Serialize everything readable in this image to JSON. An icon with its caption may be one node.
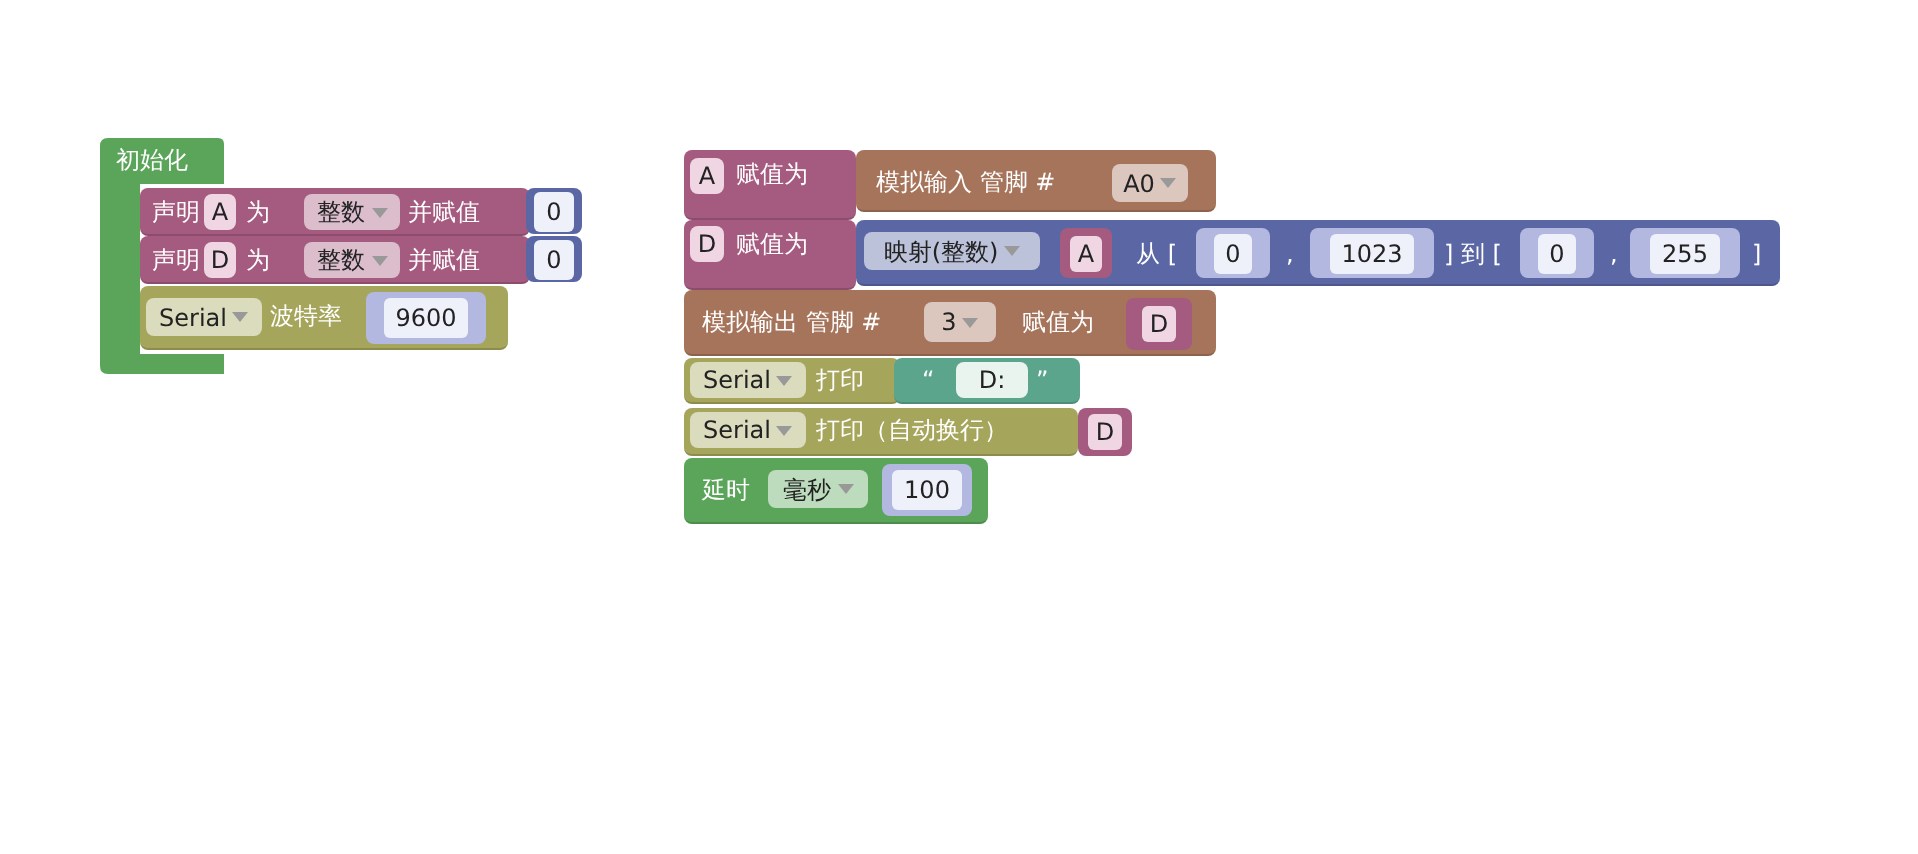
{
  "diagram": {
    "nodes": [
      {
        "text": [
          "初始化"
        ]
      },
      {
        "text": [
          "声明",
          "为",
          "并赋值"
        ]
      },
      {
        "text": [
          "A"
        ],
        "in": 1
      },
      {
        "text": [
          "整数"
        ],
        "in": 1
      },
      {
        "text": [
          "0"
        ]
      },
      {
        "text": [
          "声明",
          "为",
          "并赋值"
        ]
      },
      {
        "text": [
          "D"
        ],
        "in": 5
      },
      {
        "text": [
          "整数"
        ],
        "in": 5
      },
      {
        "text": [
          "0"
        ]
      },
      {
        "text": [
          "波特率"
        ]
      },
      {
        "text": [
          "Serial"
        ],
        "in": 9
      },
      {
        "text": [
          "9600"
        ],
        "in": 9
      },
      {
        "text": [
          "赋值为"
        ]
      },
      {
        "text": [
          "A"
        ],
        "in": 12
      },
      {
        "text": [
          "模拟输入 管脚 #"
        ]
      },
      {
        "text": [
          "A0"
        ],
        "in": 14
      },
      {
        "text": [
          "赋值为"
        ]
      },
      {
        "text": [
          "D"
        ],
        "in": 16
      },
      {
        "text": [
          "从 [",
          ",",
          "] 到 [",
          ",",
          "]"
        ]
      },
      {
        "text": [
          "映射(整数)"
        ],
        "in": 18
      },
      {
        "text": [
          "A"
        ],
        "in": 18
      },
      {
        "text": [
          "0"
        ],
        "in": 18
      },
      {
        "text": [
          "1023"
        ],
        "in": 18
      },
      {
        "text": [
          "0"
        ],
        "in": 18
      },
      {
        "text": [
          "255"
        ],
        "in": 18
      },
      {
        "text": [
          "模拟输出 管脚 #",
          "赋值为"
        ]
      },
      {
        "text": [
          "3"
        ],
        "in": 25
      },
      {
        "text": [
          "D"
        ],
        "in": 25
      },
      {
        "text": [
          "打印"
        ]
      },
      {
        "text": [
          "Serial"
        ],
        "in": 28
      },
      {
        "text": [
          "“",
          "”"
        ]
      },
      {
        "text": [
          "D:"
        ],
        "in": 30
      },
      {
        "text": [
          "打印（自动换行）"
        ]
      },
      {
        "text": [
          "Serial"
        ],
        "in": 32
      },
      {
        "text": [
          "D"
        ]
      },
      {
        "text": [
          "延时"
        ]
      },
      {
        "text": [
          "毫秒"
        ],
        "in": 35
      },
      {
        "text": [
          "100"
        ],
        "in": 35
      }
    ]
  }
}
